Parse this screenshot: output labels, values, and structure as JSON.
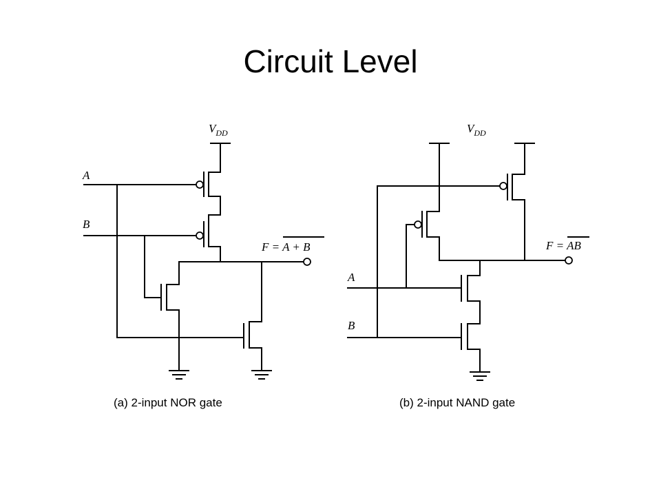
{
  "slide": {
    "title": "Circuit Level"
  },
  "nor": {
    "vdd_main": "V",
    "vdd_sub": "DD",
    "input_a": "A",
    "input_b": "B",
    "output_lhs": "F = ",
    "output_expr": "A + B",
    "caption": "(a) 2-input NOR gate"
  },
  "nand": {
    "vdd_main": "V",
    "vdd_sub": "DD",
    "input_a": "A",
    "input_b": "B",
    "output_lhs": "F = ",
    "output_expr": "AB",
    "caption": "(b) 2-input NAND gate"
  }
}
